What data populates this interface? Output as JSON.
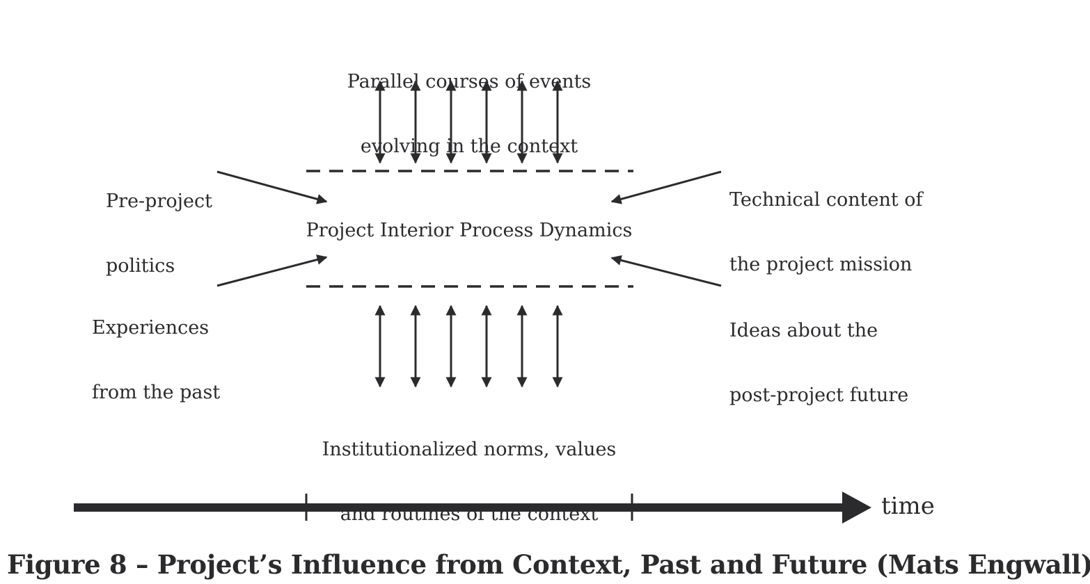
{
  "labels": {
    "top": [
      "Parallel courses of events",
      "evolving in the context"
    ],
    "bottom": [
      "Institutionalized norms, values",
      "and routines of the context"
    ],
    "center": "Project Interior Process Dynamics",
    "top_left": [
      "Pre-project",
      "politics"
    ],
    "bottom_left": [
      "Experiences",
      "from the past"
    ],
    "top_right": [
      "Technical content of",
      "the project mission"
    ],
    "bottom_right": [
      "Ideas about the",
      "post-project future"
    ],
    "time": "time"
  },
  "caption": "Figure 8 – Project’s Influence from Context, Past and Future (Mats Engwall)",
  "colors": {
    "ink": "#2b2b2e"
  }
}
